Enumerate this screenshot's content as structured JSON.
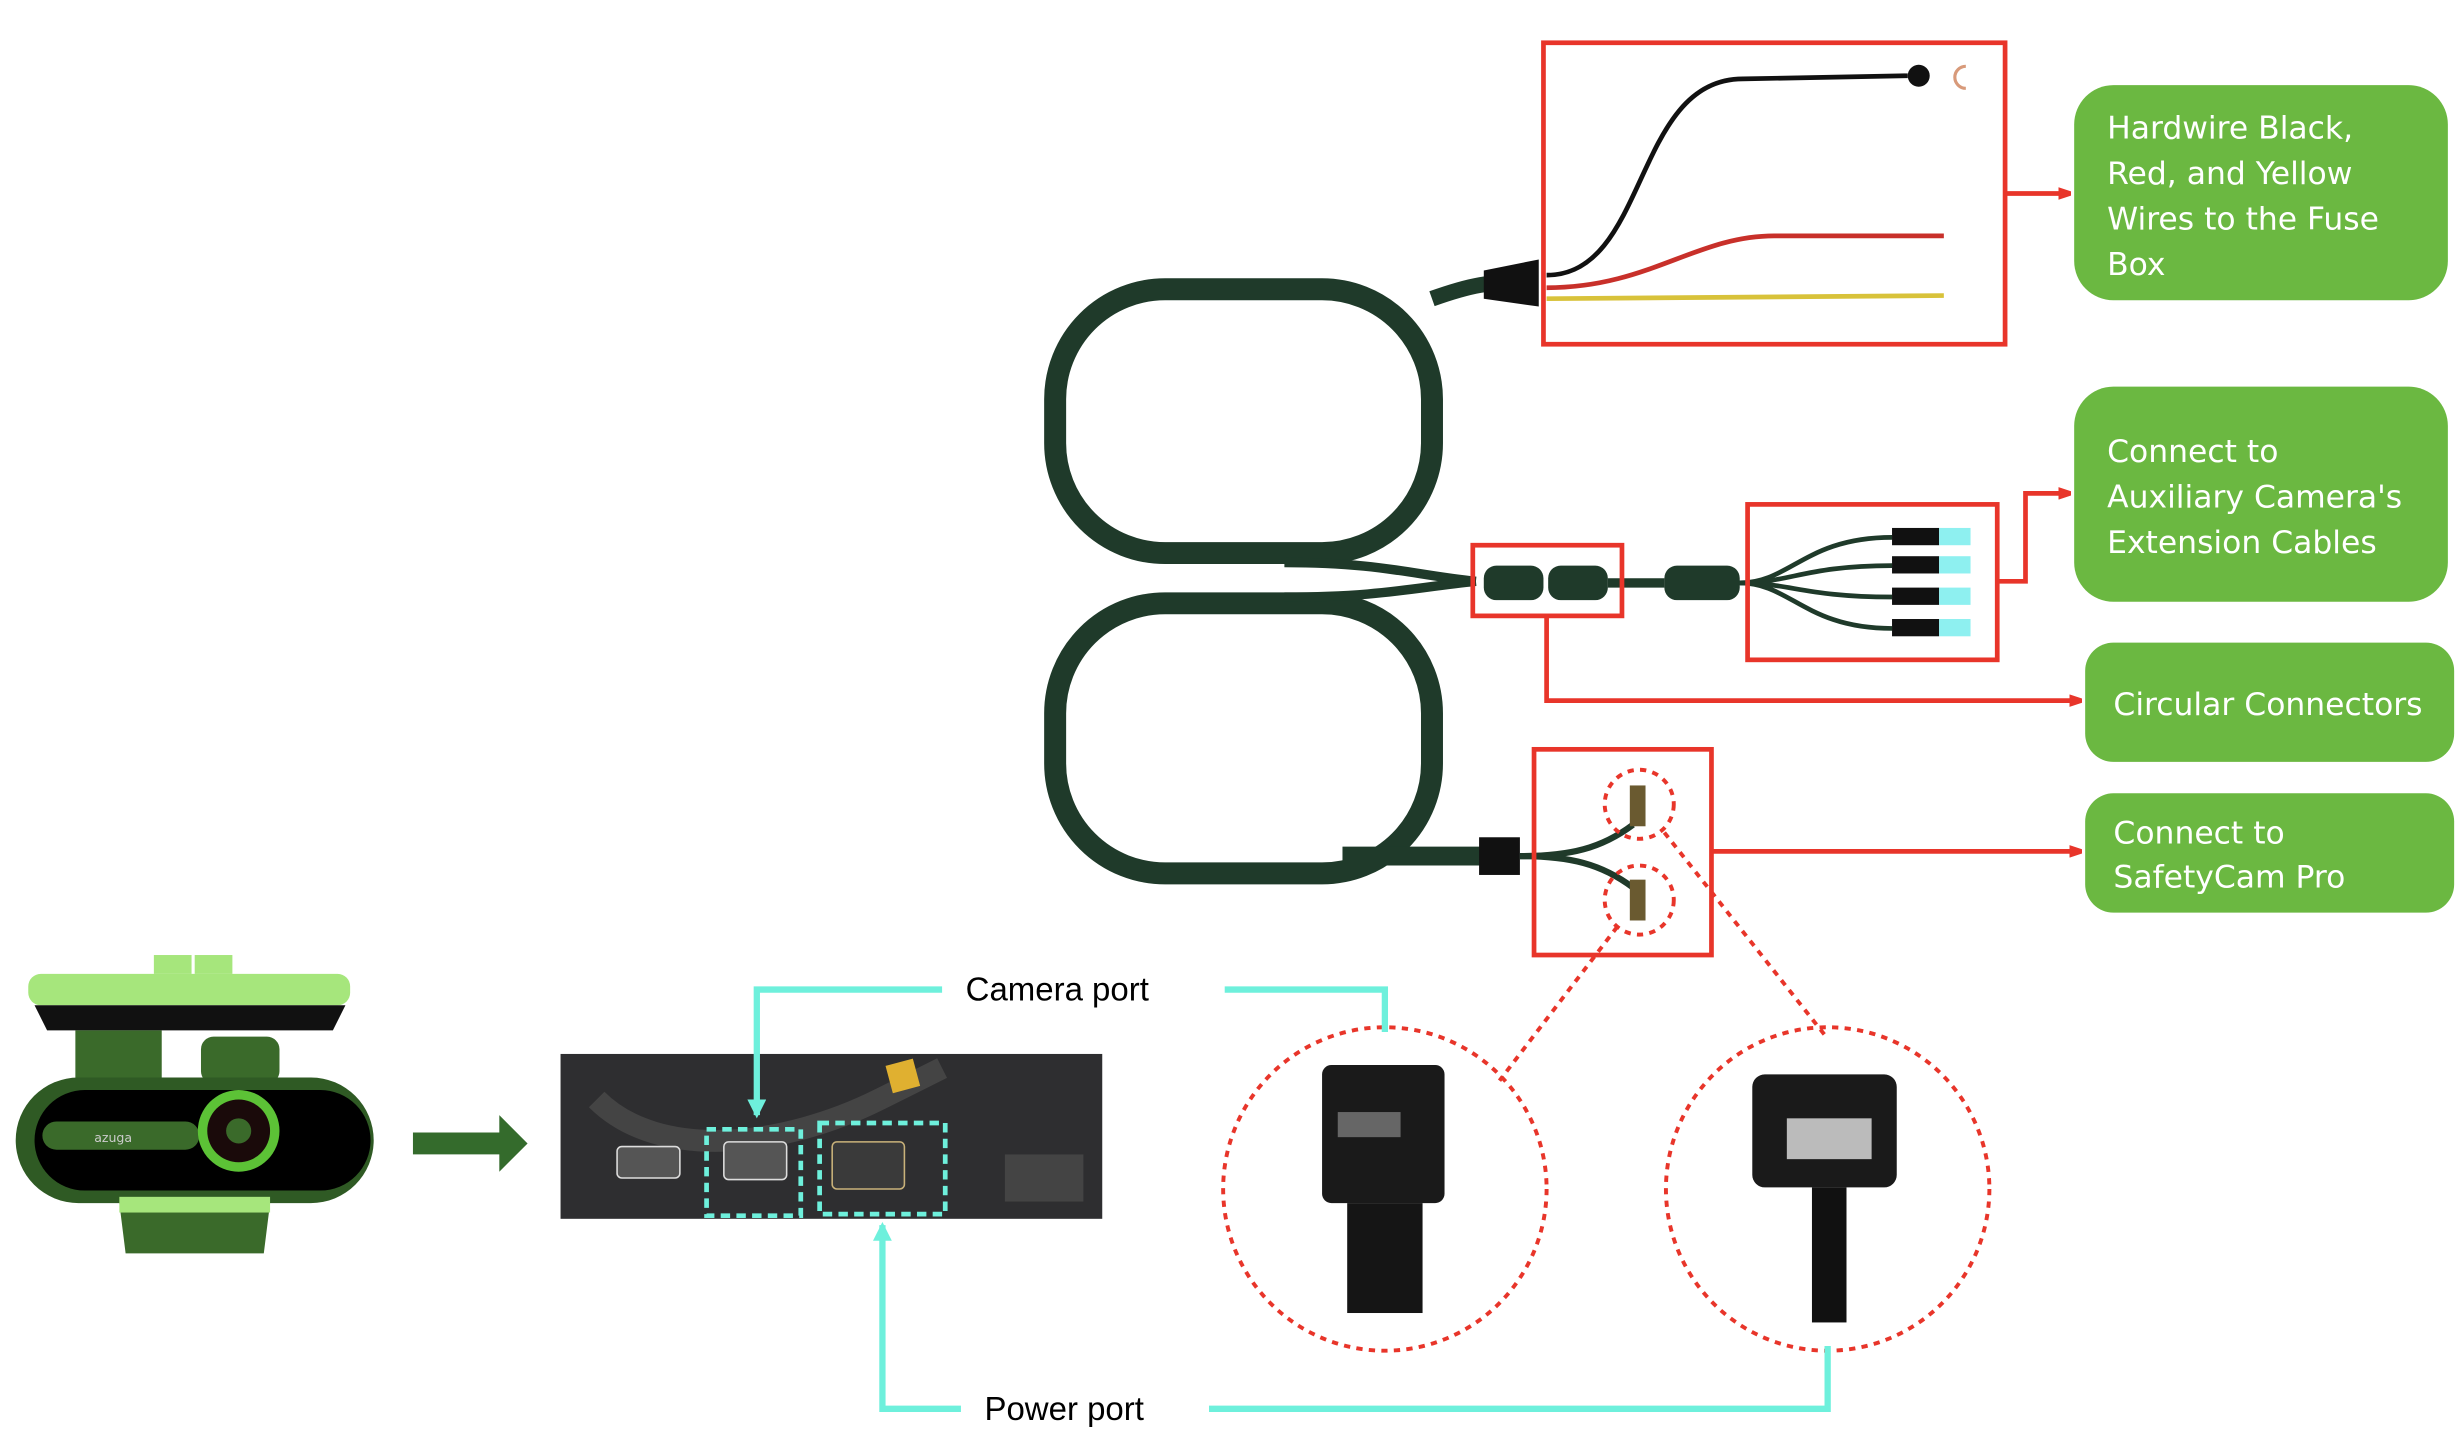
{
  "labels": {
    "fuse_box": [
      "Hardwire Black,",
      "Red, and Yellow",
      "Wires to the Fuse",
      "Box"
    ],
    "aux_camera": [
      "Connect to",
      "Auxiliary Camera's",
      "Extension Cables"
    ],
    "circular": [
      "Circular Connectors"
    ],
    "safetycam": [
      "Connect to",
      "SafetyCam Pro"
    ]
  },
  "ports": {
    "camera_port": "Camera port",
    "power_port": "Power port"
  },
  "logo_text": "azuga",
  "colors": {
    "label_green": "#6bb841",
    "callout_red": "#e8352a",
    "port_cyan": "#6ef0dc",
    "cable_green": "#1f3a2a",
    "arrow_green": "#346b2c"
  }
}
